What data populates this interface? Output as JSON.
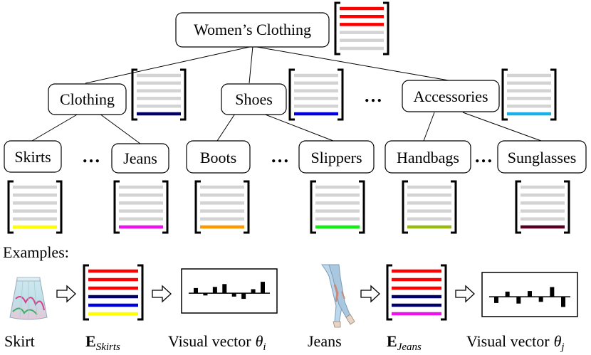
{
  "root": {
    "label": "Women’s Clothing",
    "colors": [
      "#ff0000",
      "#ff0000",
      "#ff0000",
      "#d3d3d3",
      "#d3d3d3",
      "#d3d3d3"
    ]
  },
  "categories": [
    {
      "label": "Clothing",
      "accent": "#000066"
    },
    {
      "label": "Shoes",
      "accent": "#0000dd"
    },
    {
      "label": "Accessories",
      "accent": "#1ab0e6"
    }
  ],
  "leaves": [
    {
      "label": "Skirts",
      "accent": "#ffff00"
    },
    {
      "label": "Jeans",
      "accent": "#ee11ee"
    },
    {
      "label": "Boots",
      "accent": "#ff9900"
    },
    {
      "label": "Slippers",
      "accent": "#11ee11"
    },
    {
      "label": "Handbags",
      "accent": "#99bb11"
    },
    {
      "label": "Sunglasses",
      "accent": "#550022"
    }
  ],
  "ellipsis": "…",
  "examples": {
    "heading": "Examples:",
    "items": [
      {
        "item_label": "Skirt",
        "embedding_symbol": "E",
        "embedding_subscript": "Skirts",
        "vector_label": "Visual vector",
        "vector_symbol": "θ",
        "vector_subscript": "i",
        "colors": [
          "#ff0000",
          "#ff0000",
          "#ff0000",
          "#000066",
          "#0000dd",
          "#ffff00"
        ],
        "bars": [
          0.45,
          -0.2,
          0.55,
          0.8,
          -0.3,
          -0.5,
          0.35,
          1.0
        ]
      },
      {
        "item_label": "Jeans",
        "embedding_symbol": "E",
        "embedding_subscript": "Jeans",
        "vector_label": "Visual vector",
        "vector_symbol": "θ",
        "vector_subscript": "j",
        "colors": [
          "#ff0000",
          "#ff0000",
          "#ff0000",
          "#000066",
          "#000066",
          "#ee11ee"
        ],
        "bars": [
          -0.55,
          0.45,
          -0.6,
          0.5,
          -0.45,
          0.85,
          -0.9
        ]
      }
    ]
  }
}
